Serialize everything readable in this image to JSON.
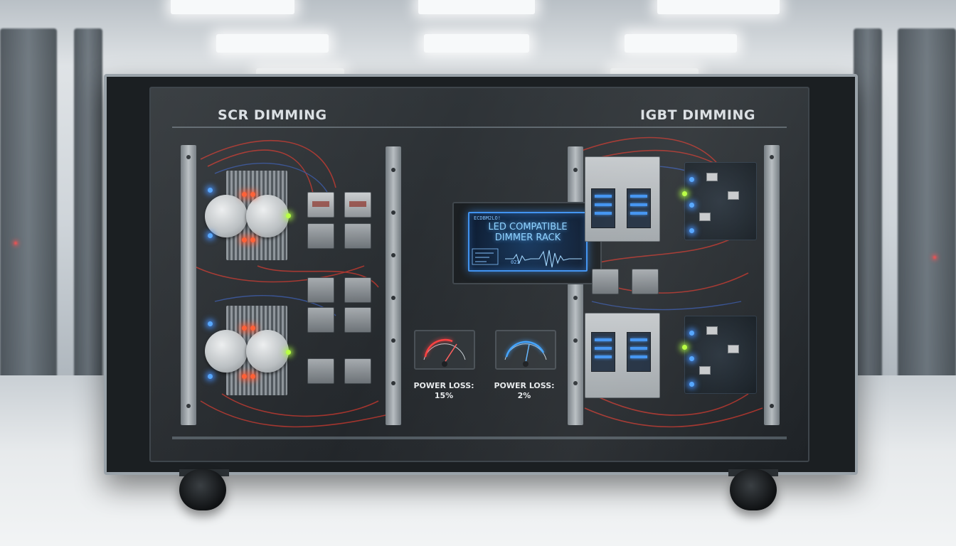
{
  "labels": {
    "scr_title": "SCR DIMMING",
    "igbt_title": "IGBT DIMMING"
  },
  "display": {
    "small_header": "ECDBM2LO!",
    "title_line1": "LED COMPATIBLE",
    "title_line2": "DIMMER RACK",
    "footer": "021"
  },
  "meters": {
    "scr": {
      "label_line1": "POWER LOSS:",
      "label_line2": "15%",
      "needle_color": "#ff3b3b"
    },
    "igbt": {
      "label_line1": "POWER LOSS:",
      "label_line2": "2%",
      "needle_color": "#3aa0ff"
    }
  },
  "colors": {
    "scr_accent": "#ff5a2e",
    "igbt_accent": "#3a8ff0",
    "cabinet": "#1b1f22"
  }
}
